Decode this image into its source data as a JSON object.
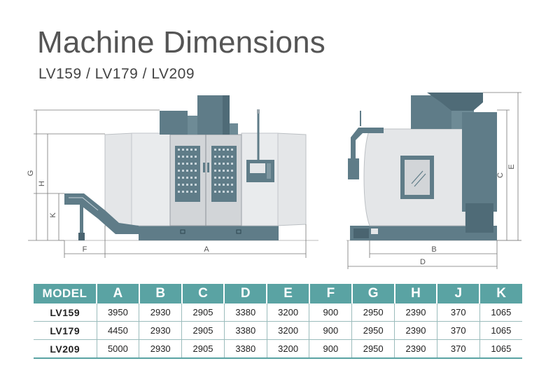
{
  "title": "Machine Dimensions",
  "subtitle": "LV159 / LV179 / LV209",
  "front_view_labels": {
    "g": "G",
    "h": "H",
    "k": "K",
    "f": "F",
    "a": "A"
  },
  "side_view_labels": {
    "c": "C",
    "e": "E",
    "b": "B",
    "d": "D"
  },
  "table": {
    "headers": [
      "MODEL",
      "A",
      "B",
      "C",
      "D",
      "E",
      "F",
      "G",
      "H",
      "J",
      "K"
    ],
    "rows": [
      [
        "LV159",
        "3950",
        "2930",
        "2905",
        "3380",
        "3200",
        "900",
        "2950",
        "2390",
        "370",
        "1065"
      ],
      [
        "LV179",
        "4450",
        "2930",
        "2905",
        "3380",
        "3200",
        "900",
        "2950",
        "2390",
        "370",
        "1065"
      ],
      [
        "LV209",
        "5000",
        "2930",
        "2905",
        "3380",
        "3200",
        "900",
        "2950",
        "2390",
        "370",
        "1065"
      ]
    ]
  },
  "colors": {
    "accent": "#5aa3a3",
    "machine_dark": "#5f7c88",
    "machine_light": "#e4e6e8",
    "machine_panel": "#d2d5d8"
  }
}
